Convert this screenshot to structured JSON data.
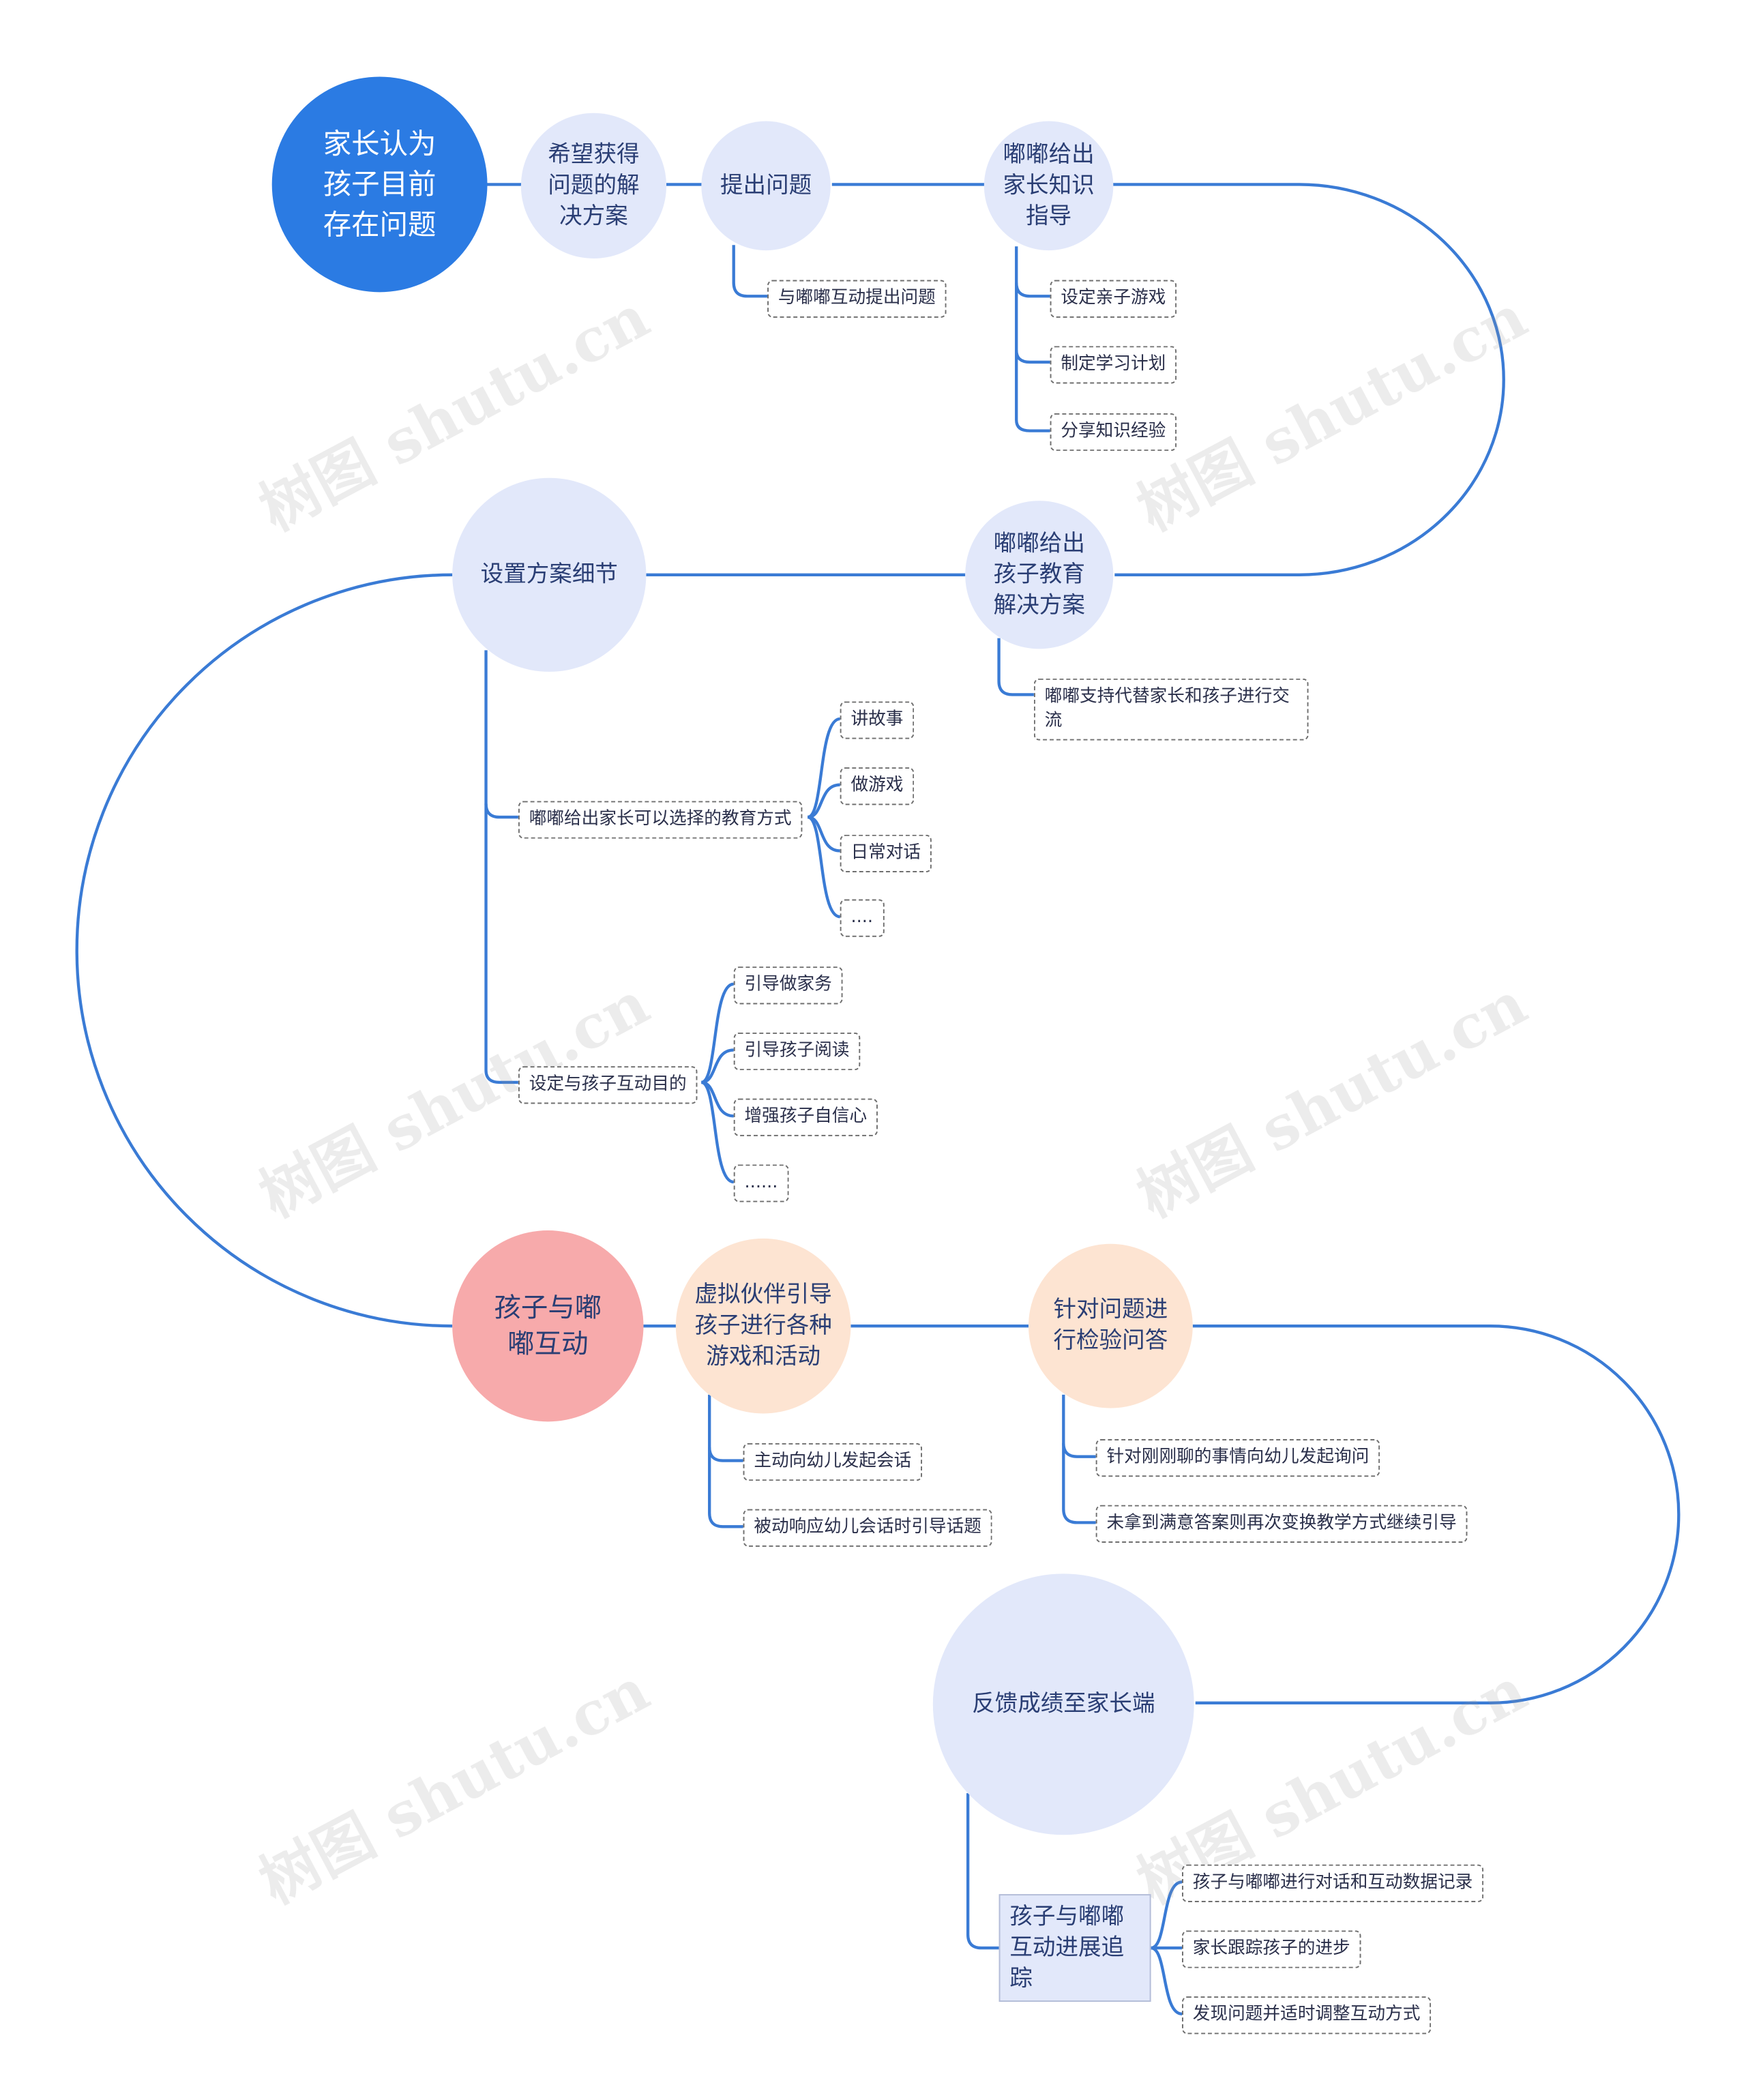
{
  "colors": {
    "connector": "#3a7bd5",
    "root": "#2b7be3",
    "topic": "#e2e8fa",
    "pink": "#f7aaab",
    "peach": "#fde4d2"
  },
  "nodes": {
    "root": "家长认为孩子目前存在问题",
    "hope": "希望获得问题的解决方案",
    "ask": "提出问题",
    "guide": "嘟嘟给出家长知识指导",
    "solution": "嘟嘟给出孩子教育解决方案",
    "detail": "设置方案细节",
    "interact": "孩子与嘟嘟互动",
    "virtual": "虚拟伙伴引导孩子进行各种游戏和活动",
    "check": "针对问题进行检验问答",
    "feedback": "反馈成绩至家长端",
    "track": "孩子与嘟嘟互动进展追踪"
  },
  "leaves": {
    "ask_1": "与嘟嘟互动提出问题",
    "guide_1": "设定亲子游戏",
    "guide_2": "制定学习计划",
    "guide_3": "分享知识经验",
    "solution_1": "嘟嘟支持代替家长和孩子进行交流",
    "detail_methods": "嘟嘟给出家长可以选择的教育方式",
    "methods_1": "讲故事",
    "methods_2": "做游戏",
    "methods_3": "日常对话",
    "methods_4": "....",
    "detail_goals": "设定与孩子互动目的",
    "goals_1": "引导做家务",
    "goals_2": "引导孩子阅读",
    "goals_3": "增强孩子自信心",
    "goals_4": "......",
    "virtual_1": "主动向幼儿发起会话",
    "virtual_2": "被动响应幼儿会话时引导话题",
    "check_1": "针对刚刚聊的事情向幼儿发起询问",
    "check_2": "未拿到满意答案则再次变换教学方式继续引导",
    "track_1": "孩子与嘟嘟进行对话和互动数据记录",
    "track_2": "家长跟踪孩子的进步",
    "track_3": "发现问题并适时调整互动方式"
  },
  "watermark": "树图 shutu.cn"
}
